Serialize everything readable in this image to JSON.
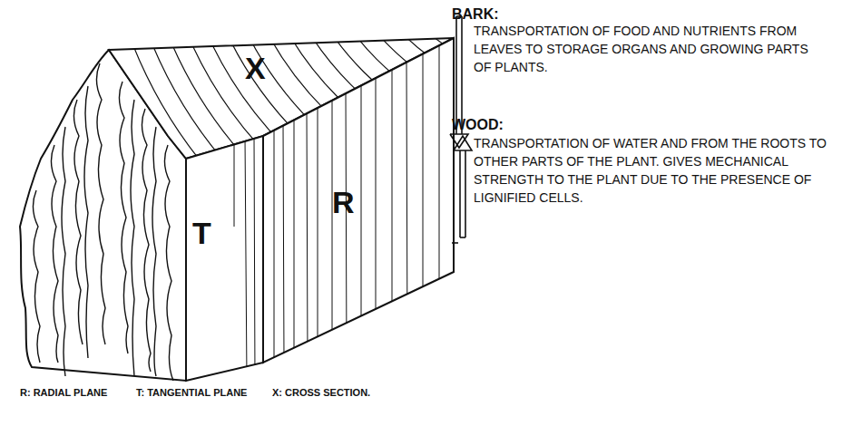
{
  "diagram": {
    "labels": [
      "BARK:",
      "TRANSPORTATION OF FOOD AND NUTRIENTS FROM LEAVES TO STORAGE ORGANS AND GROWING PARTS OF PLANTS.",
      "WOOD:",
      "TRANSPORTATION OF WATER AND FROM THE ROOTS TO OTHER PARTS OF THE PLANT. GIVES MECHANICAL STRENGTH TO THE PLANT DUE TO THE PRESENCE OF LIGNIFIED CELLS.",
      "X",
      "T",
      "R",
      "R: RADIAL PLANE",
      "T: TANGENTIAL PLANE",
      "X: CROSS SECTION."
    ]
  }
}
